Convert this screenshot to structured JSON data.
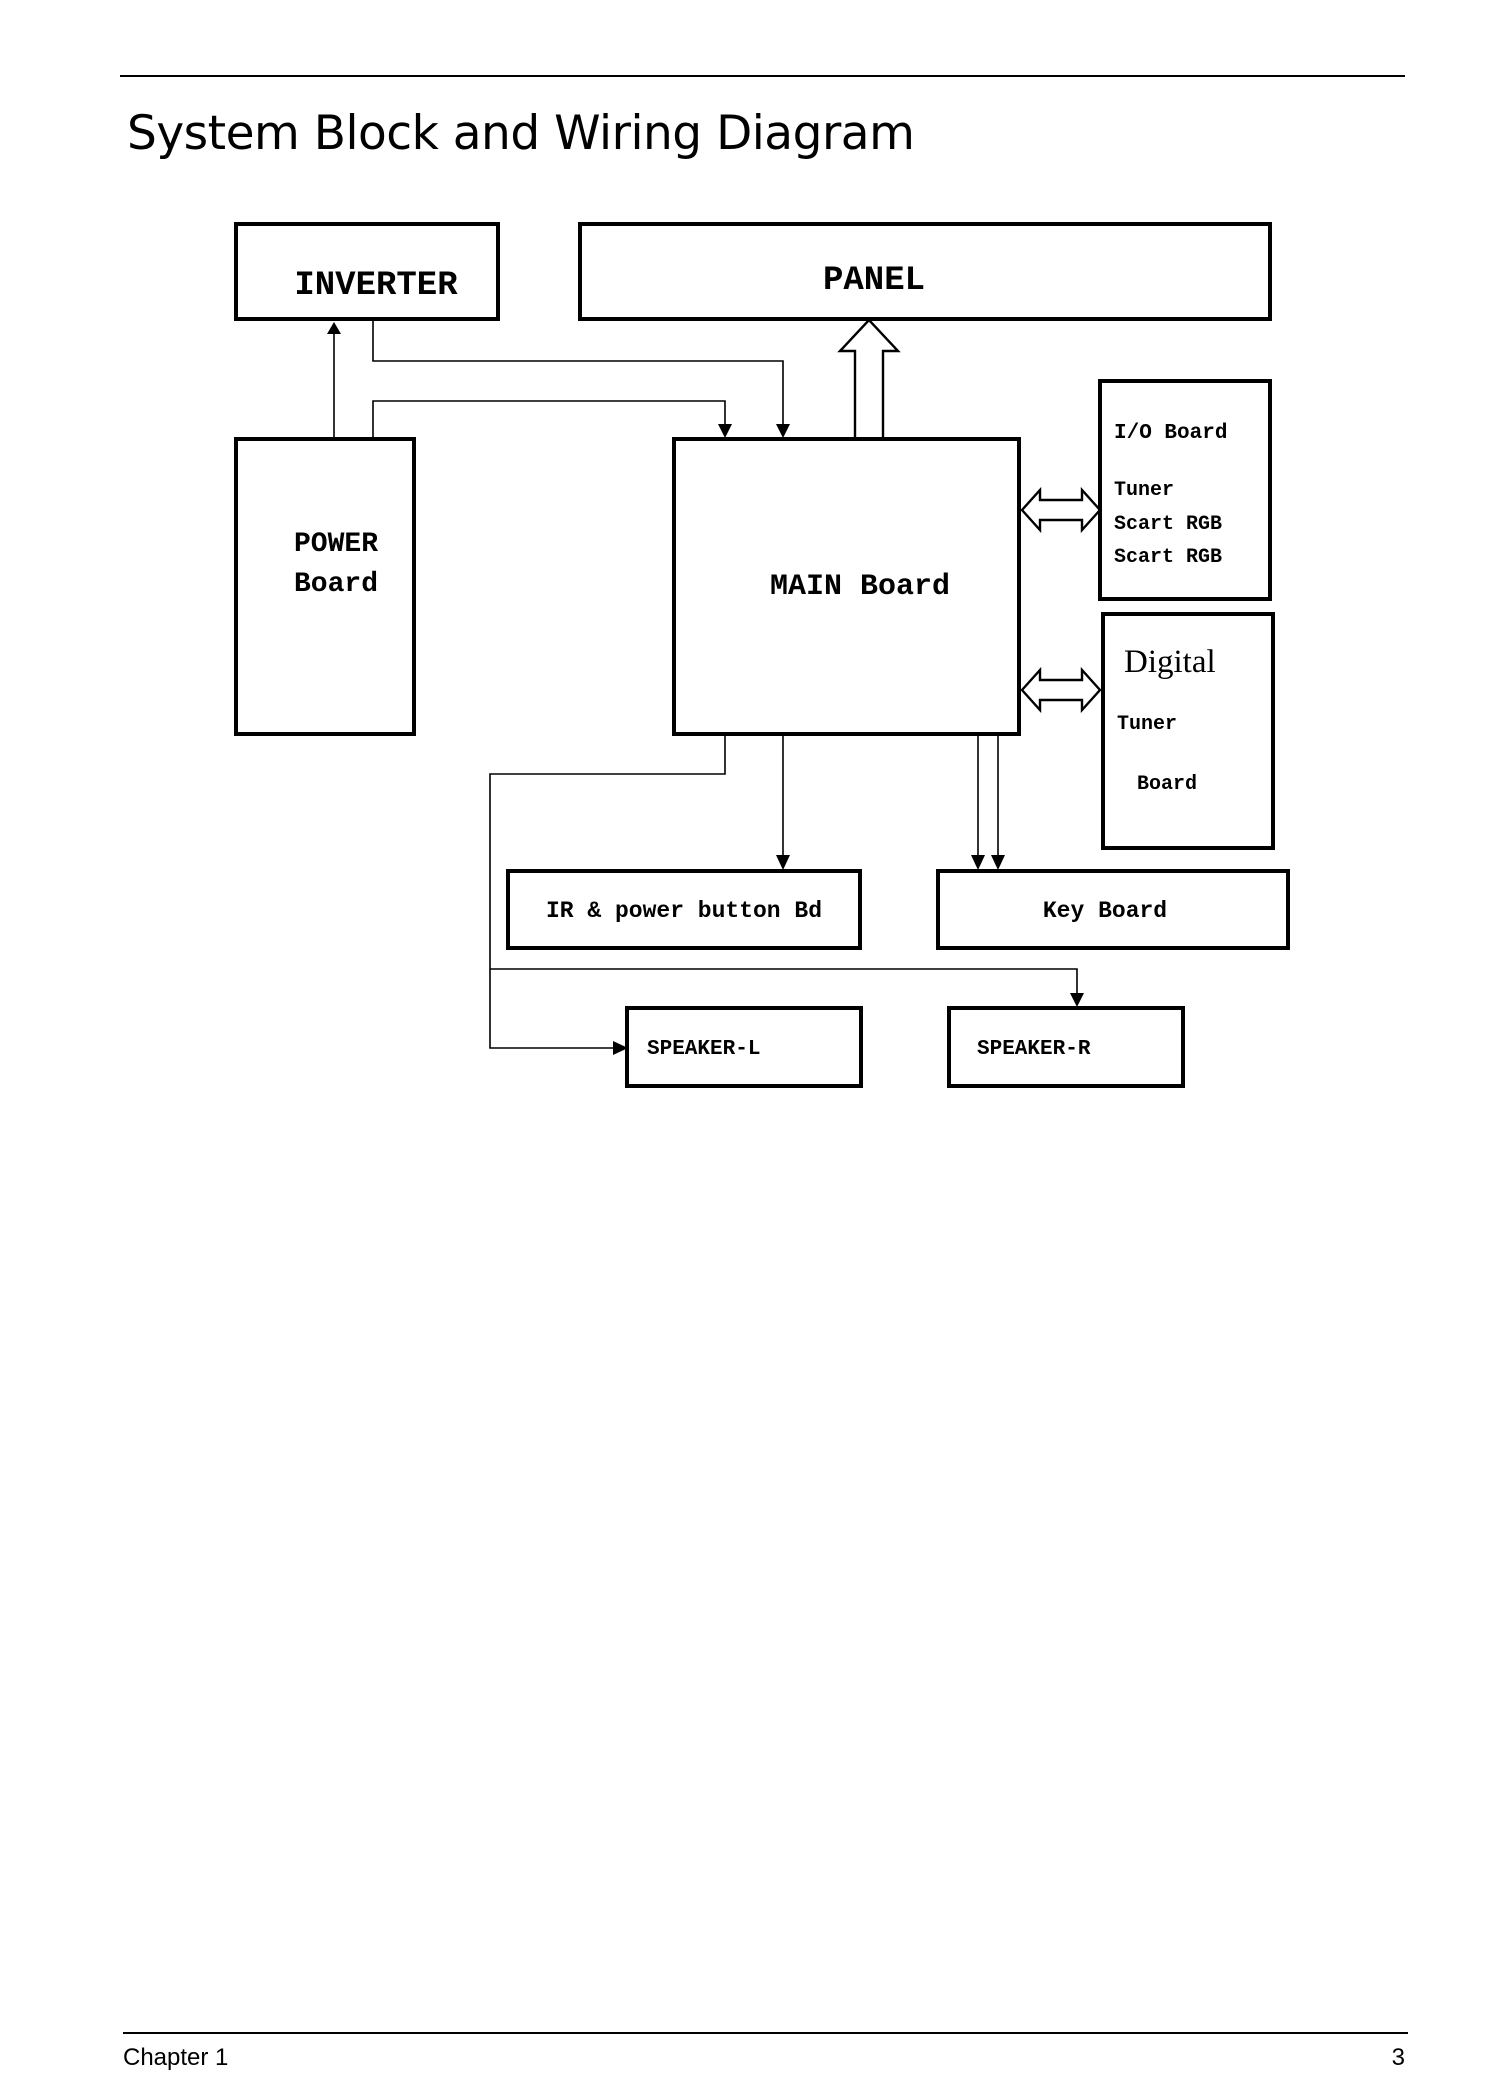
{
  "page": {
    "title": "System Block and Wiring Diagram",
    "footer_left": "Chapter 1",
    "footer_right": "3"
  },
  "diagram": {
    "inverter": "INVERTER",
    "panel": "PANEL",
    "power_board": [
      "POWER",
      "Board"
    ],
    "main_board": "MAIN Board",
    "io_board": {
      "title": "I/O Board",
      "lines": [
        "Tuner",
        "Scart RGB",
        "Scart RGB"
      ]
    },
    "digital_tuner_board": {
      "title": "Digital",
      "lines": [
        "Tuner",
        "Board"
      ]
    },
    "ir_power_button_board": "IR & power button Bd",
    "key_board": "Key Board",
    "speaker_left": "SPEAKER-L",
    "speaker_right": "SPEAKER-R"
  }
}
